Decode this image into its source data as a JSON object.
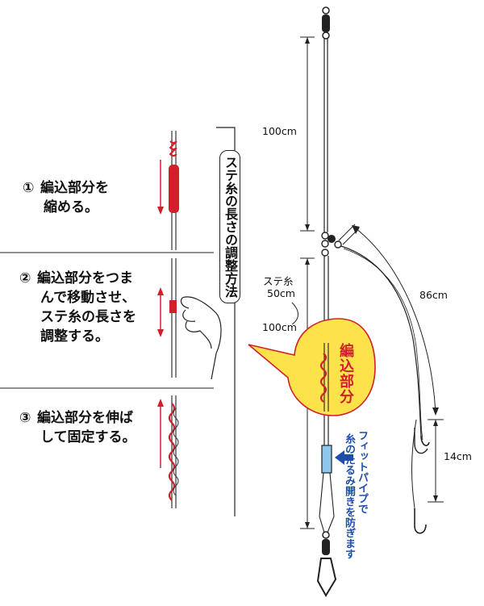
{
  "steps": [
    {
      "num": "①",
      "line1": "編込部分を",
      "line2": "縮める。",
      "line3": ""
    },
    {
      "num": "②",
      "line1": "編込部分をつま",
      "line2": "んで移動させ、",
      "line3": "ステ糸の長さを",
      "line4": "調整する。"
    },
    {
      "num": "③",
      "line1": "編込部分を伸ば",
      "line2": "して固定する。"
    }
  ],
  "side_title": "ステ糸の長さの調整方法",
  "measurements": {
    "top": "100cm",
    "branch": "ステ糸",
    "branch_len": "50cm",
    "middle": "100cm",
    "leader": "86cm",
    "hook_gap": "14cm"
  },
  "callout": "編込部分",
  "fit_pipe_note": [
    "フィットパイプで",
    "糸のたるみ開きを防ぎます"
  ],
  "colors": {
    "red": "#d2202a",
    "blue": "#1d4fa8",
    "yellow": "#fde24b",
    "line": "#1a1a1a"
  }
}
